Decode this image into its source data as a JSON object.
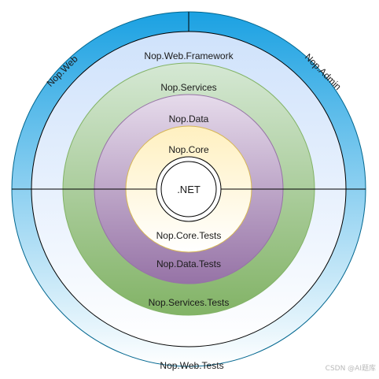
{
  "diagram": {
    "rings": [
      {
        "id": "web",
        "outer_label": "Nop.Web",
        "outer_label_right": "Nop.Admin"
      },
      {
        "id": "framework",
        "top_label": "Nop.Web.Framework",
        "bottom_label": "Nop.Web.Tests"
      },
      {
        "id": "services",
        "top_label": "Nop.Services",
        "bottom_label": "Nop.Services.Tests"
      },
      {
        "id": "data",
        "top_label": "Nop.Data",
        "bottom_label": "Nop.Data.Tests"
      },
      {
        "id": "core",
        "top_label": "Nop.Core",
        "bottom_label": "Nop.Core.Tests"
      }
    ],
    "center_label": ".NET",
    "colors": {
      "web_top": "#1ba1e2",
      "web_bottom": "#ffffff",
      "framework_top": "#dae8fc",
      "framework_bottom": "#ffffff",
      "services_top": "#d5e8d4",
      "services_bottom": "#82b366",
      "data_top": "#e1d5e7",
      "data_bottom": "#9673a6",
      "core_top": "#fff2cc",
      "core_bottom": "#ffffff",
      "stroke": "#000000"
    }
  },
  "watermark": "CSDN @AI题库"
}
